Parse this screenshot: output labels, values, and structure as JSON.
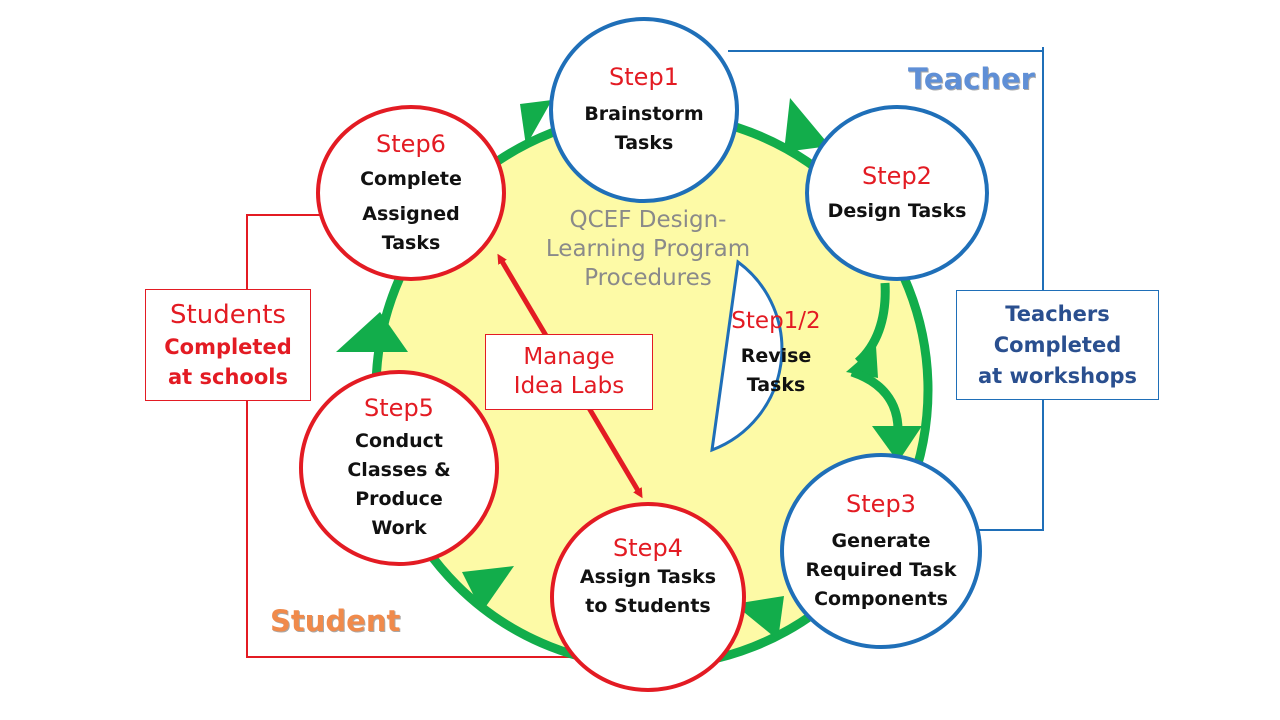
{
  "title": {
    "line1": "QCEF Design-",
    "line2": "Learning Program",
    "line3": "Procedures"
  },
  "roles": {
    "teacher": "Teacher",
    "student": "Student"
  },
  "steps": {
    "step1": {
      "label": "Step1",
      "line1": "Brainstorm",
      "line2": "Tasks"
    },
    "step2": {
      "label": "Step2",
      "line1": "Design Tasks"
    },
    "step_half": {
      "label": "Step1/2",
      "line1": "Revise",
      "line2": "Tasks"
    },
    "step3": {
      "label": "Step3",
      "line1": "Generate",
      "line2": "Required Task",
      "line3": "Components"
    },
    "step4": {
      "label": "Step4",
      "line1": "Assign Tasks",
      "line2": "to Students"
    },
    "step5": {
      "label": "Step5",
      "line1": "Conduct",
      "line2": "Classes &",
      "line3": "Produce",
      "line4": "Work"
    },
    "step6": {
      "label": "Step6",
      "line1": "Complete",
      "line2": "Assigned",
      "line3": "Tasks"
    }
  },
  "boxes": {
    "students": {
      "line1": "Students",
      "line2": "Completed",
      "line3": "at schools"
    },
    "teachers": {
      "line1": "Teachers",
      "line2": "Completed",
      "line3": "at workshops"
    },
    "manage": {
      "line1": "Manage",
      "line2": "Idea Labs"
    }
  },
  "colors": {
    "cycle_fill": "#fdfaa6",
    "cycle_ring": "#12ad4b",
    "teacher_blue": "#1f6fb8",
    "student_red": "#e31b23",
    "teacher_heading": "#5f8fd6",
    "student_heading": "#f08a4b"
  }
}
